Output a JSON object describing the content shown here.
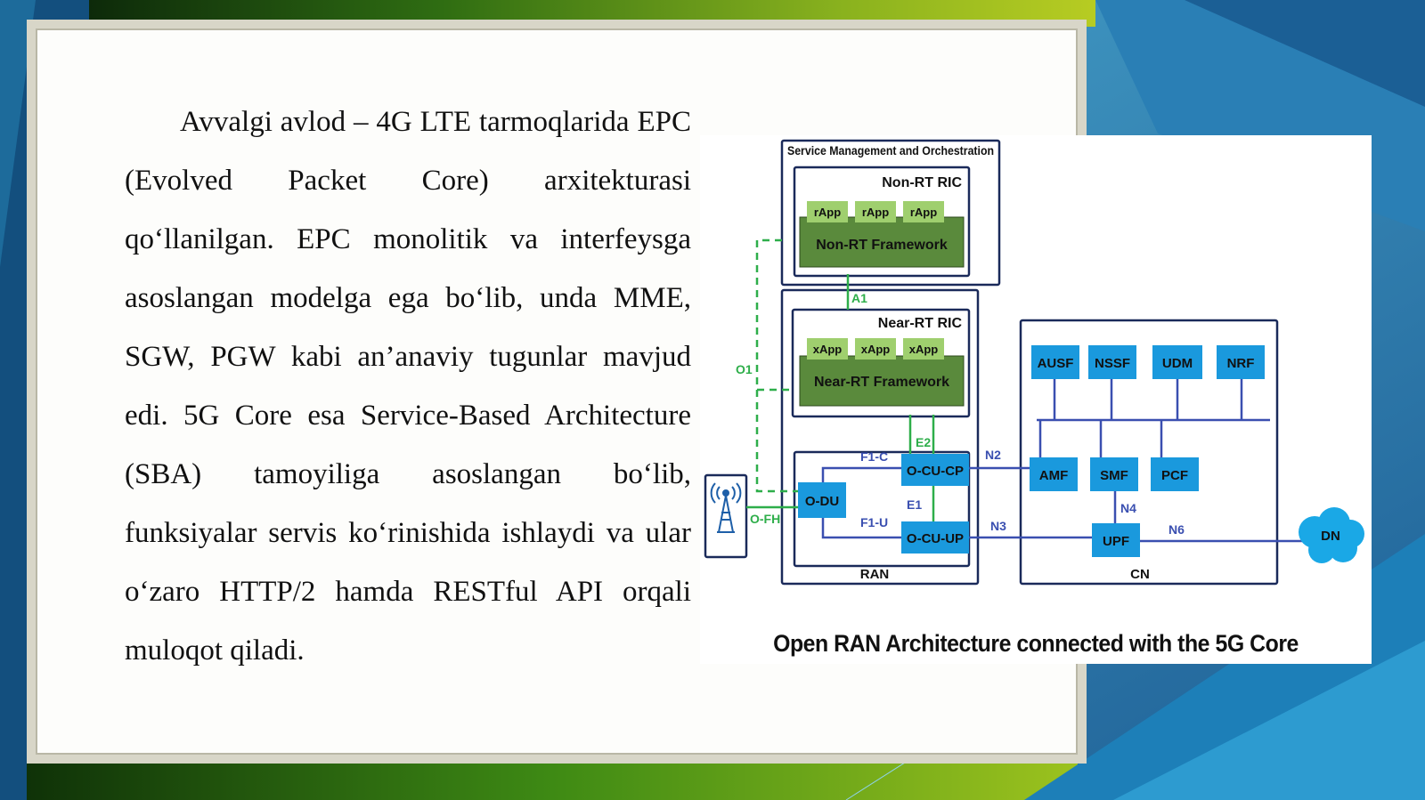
{
  "colors": {
    "panel_blue": "#1a99dd",
    "framework_green": "#5a8a3c",
    "app_green": "#9fcf6e",
    "line_green": "#2eae4a",
    "outline_navy": "#1a2a5a",
    "bg_dark_blue": "#1b6a98",
    "bg_green": "#2f7a16"
  },
  "paragraph": "Avvalgi avlod – 4G LTE tarmoqlarida EPC (Evolved Packet Core) arxitekturasi qo‘llanilgan. EPC monolitik va interfeysga asoslangan modelga ega bo‘lib, unda MME, SGW, PGW kabi an’anaviy tugunlar mavjud edi. 5G Core esa Service-Based Architecture (SBA) tamoyiliga asoslangan bo‘lib, funksiyalar servis ko‘rinishida ishlaydi va ular o‘zaro HTTP/2 hamda RESTful API orqali muloqot qiladi.",
  "diagram": {
    "caption": "Open RAN Architecture connected with the 5G Core",
    "smo_title": "Service Management and Orchestration",
    "non_rt_ric": "Non-RT RIC",
    "non_rt_framework": "Non-RT Framework",
    "rapps": [
      "rApp",
      "rApp",
      "rApp"
    ],
    "near_rt_ric": "Near-RT RIC",
    "near_rt_framework": "Near-RT Framework",
    "xapps": [
      "xApp",
      "xApp",
      "xApp"
    ],
    "ran_label": "RAN",
    "cn_label": "CN",
    "odu": "O-DU",
    "ocucp": "O-CU-CP",
    "ocuup": "O-CU-UP",
    "cn_nfs_top": [
      "AUSF",
      "NSSF",
      "UDM",
      "NRF"
    ],
    "cn_nfs_mid": [
      "AMF",
      "SMF",
      "PCF"
    ],
    "upf": "UPF",
    "dn": "DN",
    "interfaces": {
      "a1": "A1",
      "o1": "O1",
      "e2": "E2",
      "e1": "E1",
      "f1c": "F1-C",
      "f1u": "F1-U",
      "ofh": "O-FH",
      "n2": "N2",
      "n3": "N3",
      "n4": "N4",
      "n6": "N6"
    },
    "tower_icon": "radio-tower-icon"
  }
}
